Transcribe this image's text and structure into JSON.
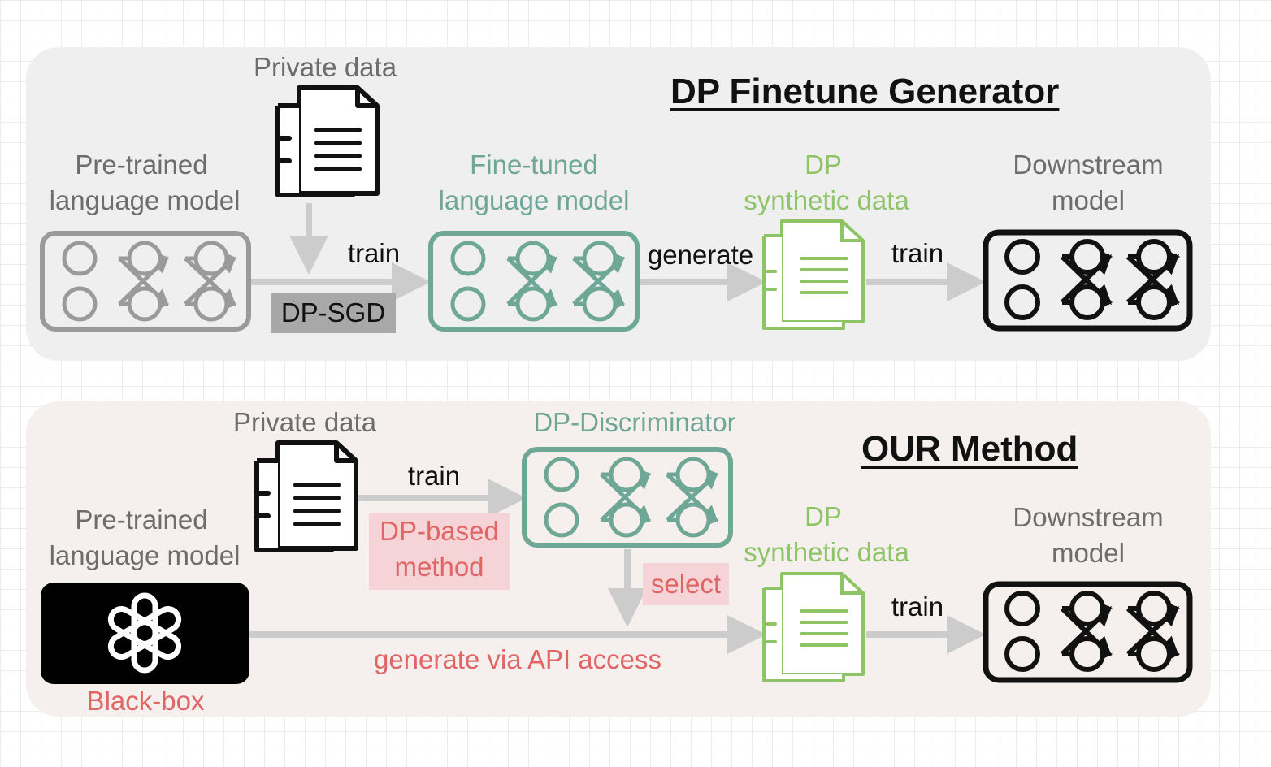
{
  "top": {
    "title": "DP Finetune Generator",
    "private_data": "Private data",
    "pretrained_line1": "Pre-trained",
    "pretrained_line2": "language model",
    "train_label": "train",
    "dp_sgd": "DP-SGD",
    "finetuned_line1": "Fine-tuned",
    "finetuned_line2": "language model",
    "generate_label": "generate",
    "synthetic_line1": "DP",
    "synthetic_line2": "synthetic data",
    "train2_label": "train",
    "downstream_line1": "Downstream",
    "downstream_line2": "model"
  },
  "bottom": {
    "title": "OUR Method",
    "private_data": "Private data",
    "train_label": "train",
    "dp_based_line1": "DP-based",
    "dp_based_line2": "method",
    "discriminator": "DP-Discriminator",
    "select_label": "select",
    "pretrained_line1": "Pre-trained",
    "pretrained_line2": "language model",
    "black_box": "Black-box",
    "generate_api": "generate via API access",
    "synthetic_line1": "DP",
    "synthetic_line2": "synthetic data",
    "train2_label": "train",
    "downstream_line1": "Downstream",
    "downstream_line2": "model"
  },
  "colors": {
    "gray": "#9a9a9a",
    "teal": "#6fa797",
    "green": "#8dc466",
    "red": "#e06666",
    "black": "#111111",
    "arrow": "#cccccc"
  },
  "icons": {
    "document": "document-stack-icon",
    "network": "neural-network-icon",
    "logo": "openai-logo-icon"
  }
}
